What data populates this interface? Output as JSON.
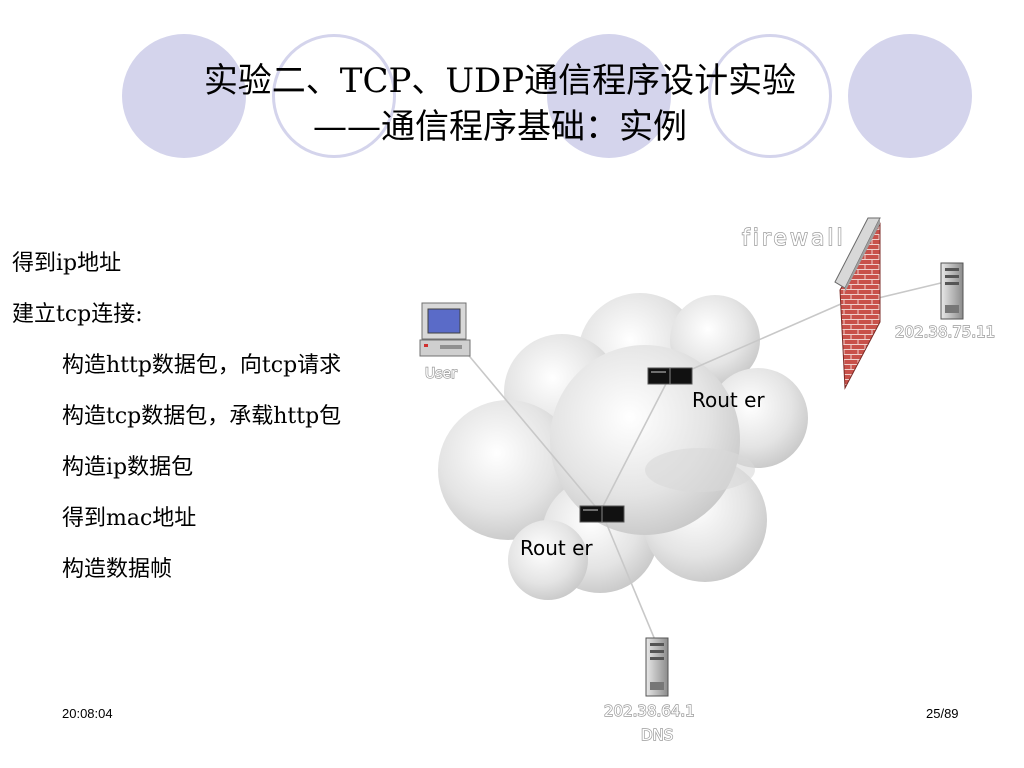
{
  "slide": {
    "title_lines": [
      "实验二、TCP、UDP通信程序设计实验",
      "——通信程序基础：实例"
    ],
    "steps": [
      "得到ip地址",
      "建立tcp连接:",
      "构造http数据包，向tcp请求",
      "构造tcp数据包，承载http包",
      "构造ip数据包",
      "得到mac地址",
      "构造数据帧"
    ]
  },
  "diagram": {
    "firewall_label": "firewall",
    "user_label": "User",
    "router_top_label": "Rout er",
    "router_bottom_label": "Rout er",
    "server_ip": "202.38.75.11",
    "dns_ip": "202.38.64.1",
    "dns_label": "DNS"
  },
  "footer": {
    "time": "20:08:04",
    "page": "25/89"
  },
  "colors": {
    "circle": "#d4d4ec",
    "brick": "#c8514a",
    "link_line": "#c8c8c8"
  }
}
